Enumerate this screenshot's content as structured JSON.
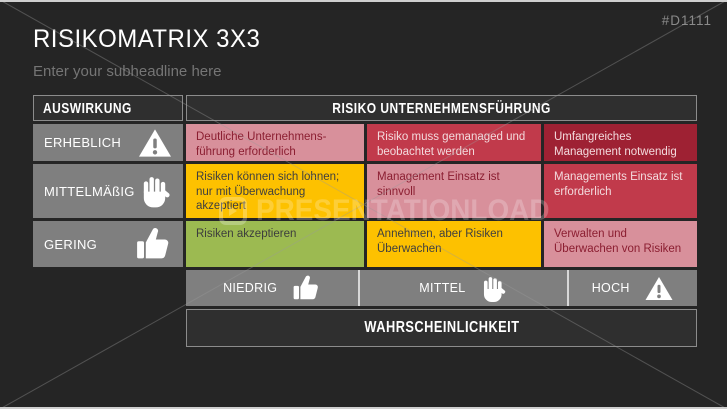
{
  "slide": {
    "title": "RISIKOMATRIX 3X3",
    "subtitle": "Enter your subheadline here",
    "slide_code": "#D1111",
    "watermark_text": "PRESENTATIONLOAD"
  },
  "matrix": {
    "impact_header": "AUSWIRKUNG",
    "risk_header": "RISIKO UNTERNEHMENSFÜHRUNG",
    "probability_header": "WAHRSCHEINLICHKEIT",
    "impact_levels": [
      {
        "label": "ERHEBLICH",
        "icon": "warning-triangle-icon"
      },
      {
        "label": "MITTELMÄßIG",
        "icon": "stop-hand-icon"
      },
      {
        "label": "GERING",
        "icon": "thumbs-up-icon"
      }
    ],
    "probability_levels": [
      {
        "label": "NIEDRIG",
        "icon": "thumbs-up-icon"
      },
      {
        "label": "MITTEL",
        "icon": "stop-hand-icon"
      },
      {
        "label": "HOCH",
        "icon": "warning-triangle-icon"
      }
    ],
    "cells": [
      [
        {
          "text": "Deutliche Unternehmens-führung erforderlich",
          "level": "elevated"
        },
        {
          "text": "Risiko muss gemanaged und beobachtet werden",
          "level": "high"
        },
        {
          "text": "Umfangreiches Management notwendig",
          "level": "severe"
        }
      ],
      [
        {
          "text": "Risiken können sich lohnen; nur mit Überwachung akzeptiert",
          "level": "medium"
        },
        {
          "text": "Management Einsatz ist sinnvoll",
          "level": "elevated"
        },
        {
          "text": "Managements Einsatz ist erforderlich",
          "level": "high"
        }
      ],
      [
        {
          "text": "Risiken akzeptieren",
          "level": "low"
        },
        {
          "text": "Annehmen, aber Risiken Überwachen",
          "level": "medium"
        },
        {
          "text": "Verwalten und Überwachen von Risiken",
          "level": "elevated"
        }
      ]
    ]
  },
  "colors": {
    "background": "#252525",
    "header_bg": "#2f2f2f",
    "header_border": "#8c8c8c",
    "axis_gray": "#7f7f7f",
    "levels": {
      "low": {
        "bg": "#9cba51",
        "text": "#3d3d3d"
      },
      "medium": {
        "bg": "#fdc100",
        "text": "#3f3f3f"
      },
      "elevated": {
        "bg": "#d8909b",
        "text": "#8b1e31"
      },
      "high": {
        "bg": "#c13a4b",
        "text": "#f3dadd"
      },
      "severe": {
        "bg": "#9e2133",
        "text": "#f3dadd"
      }
    }
  }
}
